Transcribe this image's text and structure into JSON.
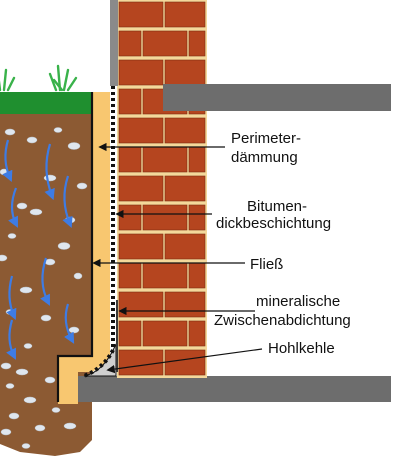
{
  "labels": {
    "perimeter_line1": "Perimeter-",
    "perimeter_line2": "dämmung",
    "bitumen_line1": "Bitumen-",
    "bitumen_line2": "dickbeschichtung",
    "fliess": "Fließ",
    "mineral_line1": "mineralische",
    "mineral_line2": "Zwischenabdichtung",
    "hohlkehle": "Hohlkehle"
  },
  "colors": {
    "brick": "#b5451f",
    "mortar": "#f4d89b",
    "insulation": "#f8c770",
    "soil": "#8c5a33",
    "grass": "#1f8f2f",
    "slab": "#6d6d6d",
    "arrow": "#3e7ce4",
    "stone": "#dfe6ee"
  }
}
